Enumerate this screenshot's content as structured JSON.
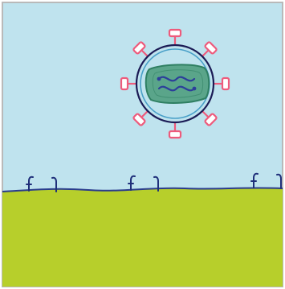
{
  "colors": {
    "sky": "#bfe3ee",
    "frame": "#b9b9b9",
    "ground": "#b7cf2b",
    "membrane_line": "#2a3c8c",
    "virus_outline": "#1b1b55",
    "virus_inner_ring": "#4aa0c8",
    "capsid_fill": "#5aa58a",
    "capsid_outline": "#2f7f62",
    "rna": "#2c3f9a",
    "spike": "#ee5b7c",
    "receptor": "#1f2f7a"
  },
  "diagram": {
    "virus": {
      "spike_count": 8,
      "rna_strands": 2
    },
    "receptor_groups": 3
  }
}
